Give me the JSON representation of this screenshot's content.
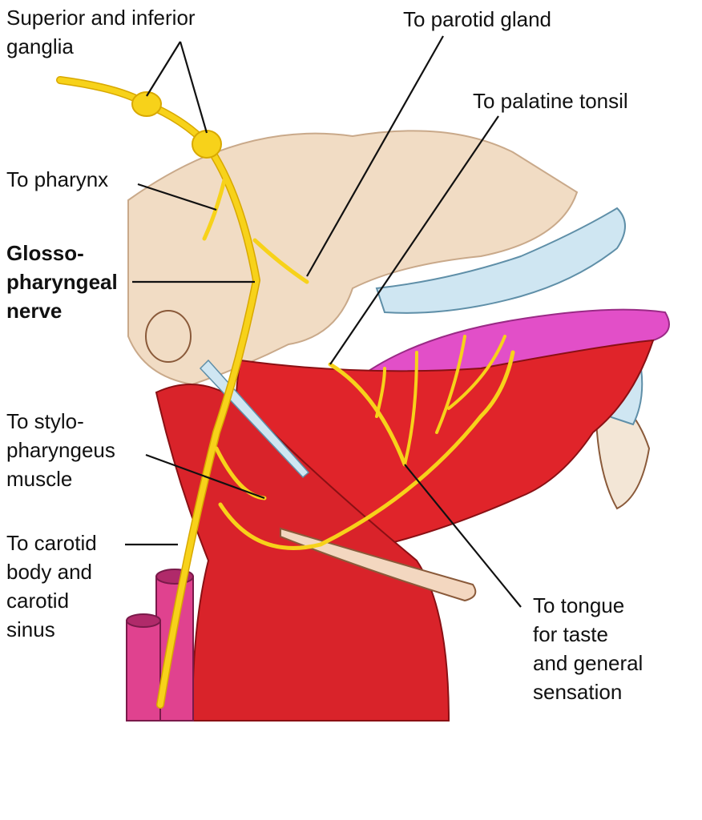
{
  "labels": {
    "ganglia": [
      "Superior and inferior",
      "ganglia"
    ],
    "parotid": [
      "To parotid gland"
    ],
    "palatine": [
      "To palatine tonsil"
    ],
    "pharynx": [
      "To pharynx"
    ],
    "nerve": [
      "Glosso-",
      "pharyngeal",
      "nerve"
    ],
    "stylopharyngeus": [
      "To stylo-",
      "pharyngeus",
      "muscle"
    ],
    "carotid": [
      "To carotid",
      "body and",
      "carotid",
      "sinus"
    ],
    "tongue": [
      "To tongue",
      "for taste",
      "and general",
      "sensation"
    ]
  },
  "colors": {
    "nerve": "#f7d21a",
    "muscle": "#e0242a",
    "bone": "#f1dcc4",
    "teeth": "#cfe6f2",
    "tongue": "#e24fc8",
    "artery": "#e0428f"
  }
}
